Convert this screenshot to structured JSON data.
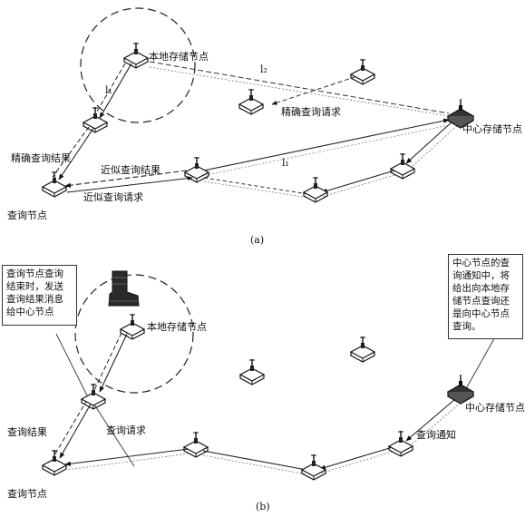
{
  "panel_a": {
    "caption": "(a)",
    "local_node": "本地存储节点",
    "central_node": "中心存储节点",
    "query_node": "查询节点",
    "precise_request": "精确查询请求",
    "precise_result": "精确查询结果",
    "approx_result": "近似查询结果",
    "approx_request": "近似查询请求",
    "l1_top": "l₁",
    "l2": "l₂",
    "l1_right": "l₁"
  },
  "panel_b": {
    "caption": "(b)",
    "local_node": "本地存储节点",
    "central_node": "中心存储节点",
    "query_node": "查询节点",
    "query_result": "查询结果",
    "query_request": "查询请求",
    "query_notify": "查询通知",
    "note_left": "查询节点查询\n结束时，发送\n查询结果消息\n给中心节点",
    "note_right": "中心节点的查\n询通知中，将\n给出向本地存\n储节点查询还\n是向中心节点\n查询。"
  }
}
